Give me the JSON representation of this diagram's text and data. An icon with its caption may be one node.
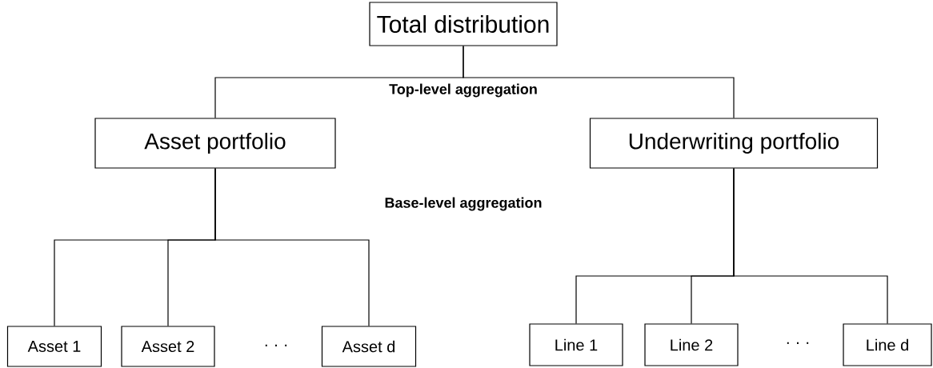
{
  "diagram": {
    "nodes": [
      {
        "text": [
          "Total distribution"
        ]
      },
      {
        "text": [
          "Asset portfolio"
        ]
      },
      {
        "text": [
          "Underwriting portfolio"
        ]
      },
      {
        "text": [
          "Asset 1"
        ]
      },
      {
        "text": [
          "Asset 2"
        ]
      },
      {
        "text": [
          "Asset d"
        ]
      },
      {
        "text": [
          "Line 1"
        ]
      },
      {
        "text": [
          "Line 2"
        ]
      },
      {
        "text": [
          "Line d"
        ]
      }
    ],
    "edges": [
      {
        "from": 0,
        "to": 1,
        "arrow": "none"
      },
      {
        "from": 0,
        "to": 2,
        "arrow": "none"
      },
      {
        "from": 1,
        "to": 3,
        "arrow": "none"
      },
      {
        "from": 1,
        "to": 4,
        "arrow": "none"
      },
      {
        "from": 1,
        "to": 5,
        "arrow": "none"
      },
      {
        "from": 2,
        "to": 6,
        "arrow": "none"
      },
      {
        "from": 2,
        "to": 7,
        "arrow": "none"
      },
      {
        "from": 2,
        "to": 8,
        "arrow": "none"
      }
    ],
    "labels": [
      "Top-level aggregation",
      "Base-level aggregation",
      "· · ·",
      "· · ·"
    ]
  }
}
